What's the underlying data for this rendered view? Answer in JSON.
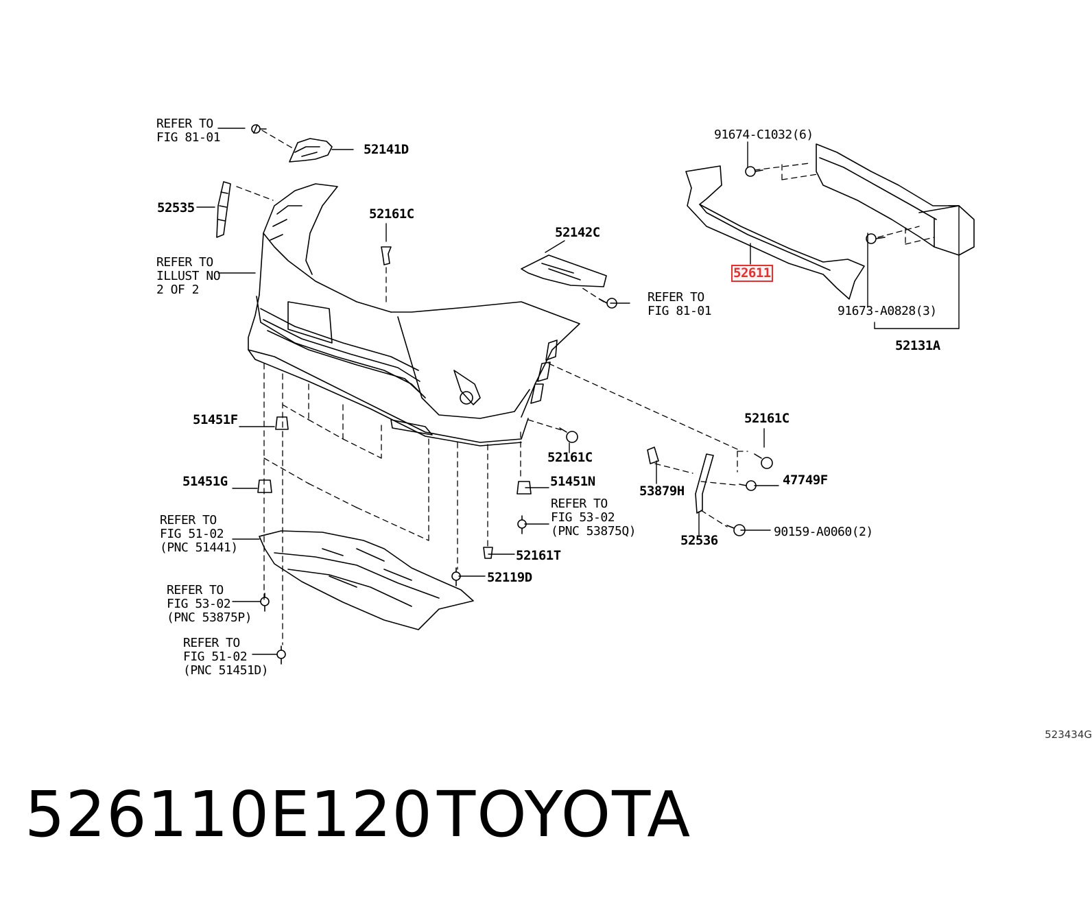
{
  "callouts": {
    "refer_fig_81_01_top": [
      "REFER TO",
      "FIG 81-01"
    ],
    "p52141D": "52141D",
    "p52535": "52535",
    "refer_illust": [
      "REFER TO",
      "ILLUST NO",
      "2 OF 2"
    ],
    "p52161C_top": "52161C",
    "p52142C": "52142C",
    "refer_fig_81_01_mid": [
      "REFER TO",
      "FIG 81-01"
    ],
    "p91674": "91674-C1032(6)",
    "p52611": "52611",
    "p91673": "91673-A0828(3)",
    "p52131A": "52131A",
    "p51451F": "51451F",
    "p52161C_mid": "52161C",
    "p52161C_right": "52161C",
    "p51451G": "51451G",
    "p51451N": "51451N",
    "p53879H": "53879H",
    "p47749F": "47749F",
    "refer_fig_51_02_a": [
      "REFER TO",
      "FIG 51-02",
      "(PNC 51441)"
    ],
    "refer_fig_53_02_q": [
      "REFER TO",
      "FIG 53-02",
      "(PNC 53875Q)"
    ],
    "p90159": "90159-A0060(2)",
    "p52536": "52536",
    "p52161T": "52161T",
    "p52119D": "52119D",
    "refer_fig_53_02_p": [
      "REFER TO",
      "FIG 53-02",
      "(PNC 53875P)"
    ],
    "refer_fig_51_02_d": [
      "REFER TO",
      "FIG 51-02",
      "(PNC 51451D)"
    ]
  },
  "highlighted_part": "52611",
  "highlight_color": "#e53030",
  "illustration_code": "523434G",
  "footer": {
    "part_number": "526110E120",
    "brand": "TOYOTA"
  }
}
